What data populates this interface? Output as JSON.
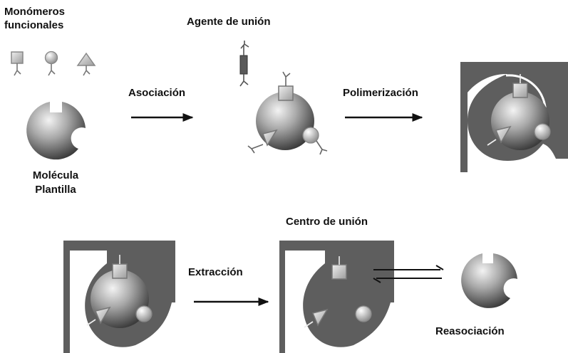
{
  "labels": {
    "monomers_line1": "Monómeros",
    "monomers_line2": "funcionales",
    "binding_agent": "Agente de unión",
    "association": "Asociación",
    "polymerization": "Polimerización",
    "template_line1": "Molécula",
    "template_line2": "Plantilla",
    "binding_center": "Centro de unión",
    "extraction": "Extracción",
    "reassociation": "Reasociación"
  }
}
